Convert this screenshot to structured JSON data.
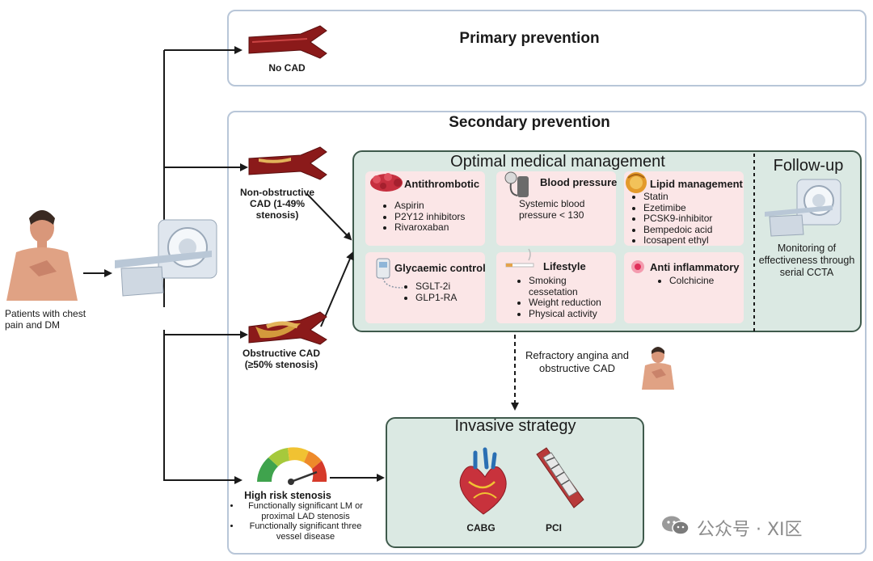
{
  "primary": {
    "title": "Primary prevention",
    "label": "No CAD"
  },
  "secondary": {
    "title": "Secondary prevention"
  },
  "patient": {
    "label": "Patients with chest pain and DM"
  },
  "non_obstructive": {
    "label": "Non-obstructive CAD (1-49% stenosis)"
  },
  "obstructive": {
    "label": "Obstructive CAD (≥50% stenosis)"
  },
  "high_risk": {
    "title": "High risk stenosis",
    "items": [
      "Functionally significant LM or proximal LAD stenosis",
      "Functionally significant three vessel disease"
    ]
  },
  "omm": {
    "title": "Optimal medical management",
    "cards": [
      {
        "title": "Antithrombotic",
        "items": [
          "Aspirin",
          "P2Y12 inhibitors",
          "Rivaroxaban"
        ]
      },
      {
        "title": "Blood pressure",
        "text": "Systemic blood pressure < 130"
      },
      {
        "title": "Lipid management",
        "items": [
          "Statin",
          "Ezetimibe",
          "PCSK9-inhibitor",
          "Bempedoic acid",
          "Icosapent ethyl"
        ]
      },
      {
        "title": "Glycaemic control",
        "items": [
          "SGLT-2i",
          "GLP1-RA"
        ]
      },
      {
        "title": "Lifestyle",
        "items": [
          "Smoking cessetation",
          "Weight reduction",
          "Physical activity"
        ]
      },
      {
        "title": "Anti inflammatory",
        "items": [
          "Colchicine"
        ]
      }
    ]
  },
  "followup": {
    "title": "Follow-up",
    "text": "Monitoring of effectiveness through serial CCTA"
  },
  "refractory": {
    "label": "Refractory angina and obstructive CAD"
  },
  "invasive": {
    "title": "Invasive strategy",
    "cabg": "CABG",
    "pci": "PCI"
  },
  "watermark": {
    "text": "公众号 · XI区"
  },
  "colors": {
    "green_box": "#dbe9e3",
    "card": "#fbe6e7",
    "border_blue": "#b8c6d8",
    "artery": "#8b1a1a"
  }
}
